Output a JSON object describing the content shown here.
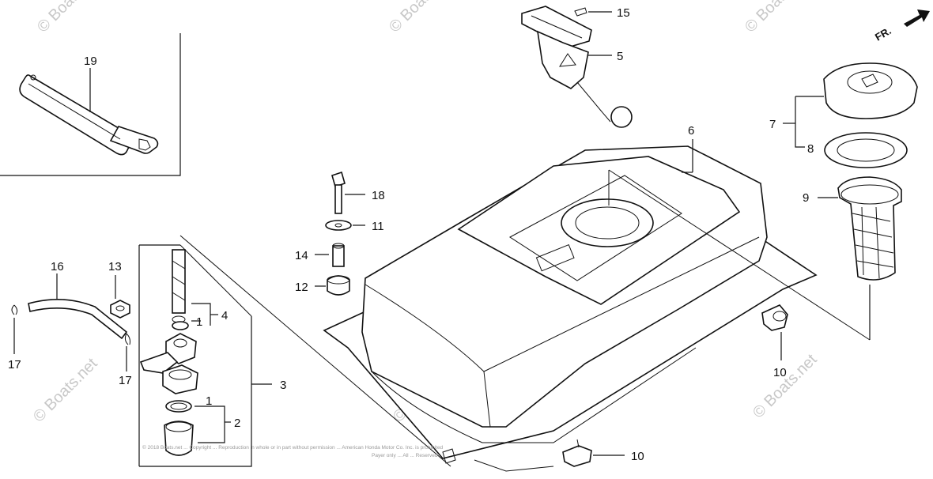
{
  "diagram": {
    "watermarks": [
      {
        "text": "© Boats.net"
      },
      {
        "text": "© Boats.net"
      },
      {
        "text": "© Boats.net"
      },
      {
        "text": "© Boats.net"
      },
      {
        "text": "© Boats.net"
      },
      {
        "text": "© Boats.net"
      }
    ],
    "direction_marker": {
      "text": "FR."
    },
    "copyright_lines": [
      "© 2018 Boats.net ... Copyright ... Reproduction in whole or in part without permission ... American Honda Motor Co. Inc. is prohibited",
      "Payer only ... All ... Reserved"
    ],
    "labels": [
      {
        "number": "19",
        "part": "fuel-tube"
      },
      {
        "number": "15",
        "part": "screw"
      },
      {
        "number": "5",
        "part": "fuel-gauge"
      },
      {
        "number": "6",
        "part": "fuel-tank"
      },
      {
        "number": "7",
        "part": "fuel-cap"
      },
      {
        "number": "8",
        "part": "cap-gasket"
      },
      {
        "number": "9",
        "part": "strainer"
      },
      {
        "number": "18",
        "part": "bolt"
      },
      {
        "number": "11",
        "part": "washer"
      },
      {
        "number": "14",
        "part": "collar"
      },
      {
        "number": "12",
        "part": "cushion"
      },
      {
        "number": "16",
        "part": "fuel-hose"
      },
      {
        "number": "13",
        "part": "nut"
      },
      {
        "number": "17",
        "part": "clip-left"
      },
      {
        "number": "17",
        "part": "clip-right"
      },
      {
        "number": "1",
        "part": "o-ring-upper"
      },
      {
        "number": "4",
        "part": "filter"
      },
      {
        "number": "3",
        "part": "fuel-cock"
      },
      {
        "number": "1",
        "part": "o-ring-lower"
      },
      {
        "number": "2",
        "part": "cup"
      },
      {
        "number": "10",
        "part": "clip-upper"
      },
      {
        "number": "10",
        "part": "clip-lower"
      }
    ]
  }
}
